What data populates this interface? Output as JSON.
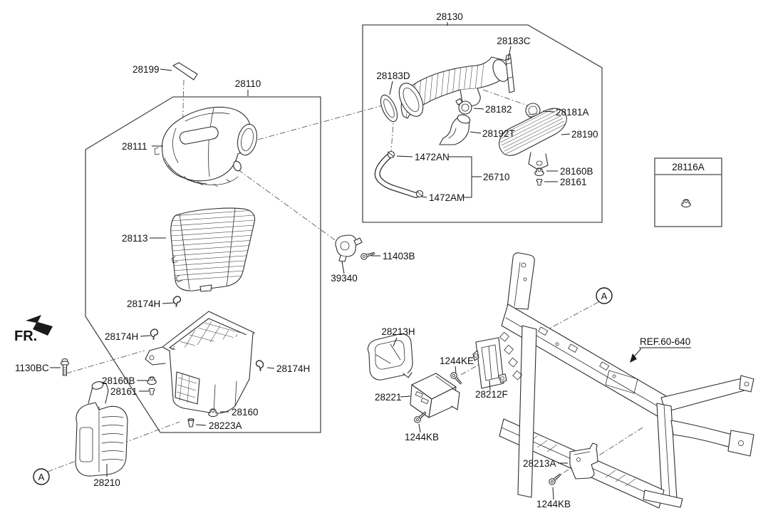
{
  "diagram": {
    "type": "exploded-parts-diagram",
    "subject": "air cleaner and intake system",
    "fr_label": "FR.",
    "detail_marker": "A",
    "ref_callout": "REF.60-640",
    "boxes": {
      "intake_hose_group": "28130",
      "air_cleaner_group": "28110",
      "hardware_group": "28116A"
    },
    "labels": {
      "clamp_stick": "28183C",
      "hose_ring": "28183D",
      "hose_clamp": "28182",
      "clamp_a": "28181A",
      "elbow_duct": "28192T",
      "resonator": "28190",
      "clip_an": "1472AN",
      "breather_hose": "26710",
      "clip_am": "1472AM",
      "mount_nut": "28160B",
      "mount_grommet": "28161",
      "seal_strip": "28199",
      "cover": "28111",
      "filter": "28113",
      "hose_clip": "28174H",
      "mount_bolt": "1130BC",
      "body_nut": "28160",
      "drain_valve": "28223A",
      "lower_intake_duct": "28210",
      "maf_sensor": "39340",
      "sensor_screw": "11403B",
      "air_guide_upper": "28213H",
      "screw_ke": "1244KE",
      "air_duct": "28221",
      "ecu_bracket": "28212F",
      "screw_kb": "1244KB",
      "air_guard": "28213A"
    }
  }
}
